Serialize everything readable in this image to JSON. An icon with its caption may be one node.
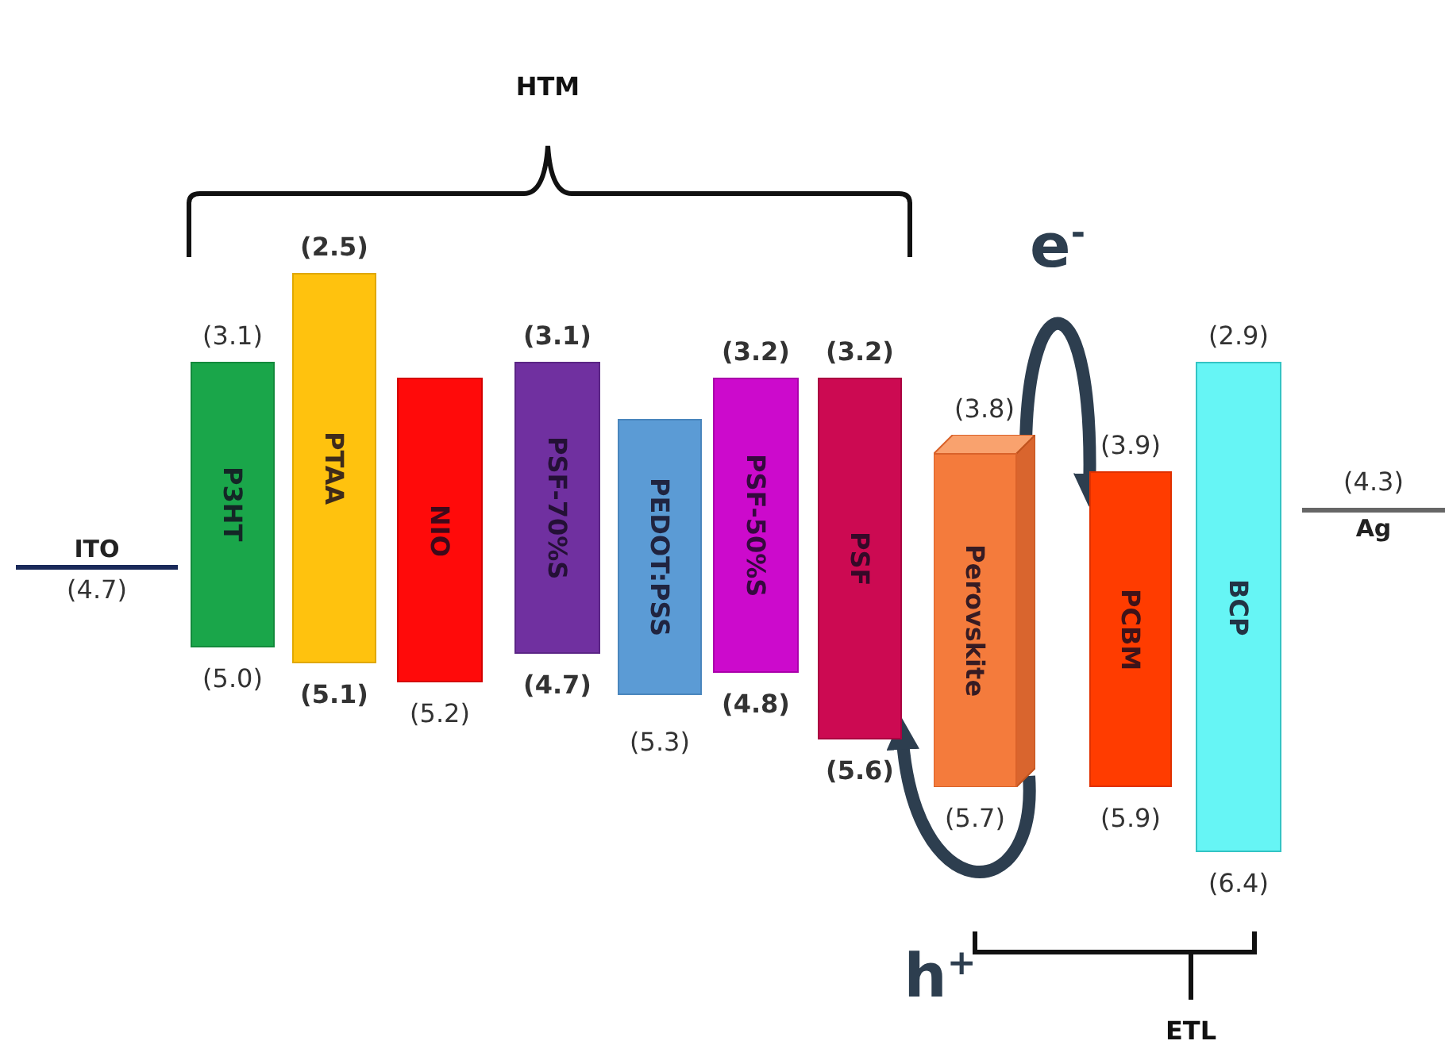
{
  "diagram": {
    "nodes": [
      {
        "text": [
          "ITO"
        ],
        "beside": [
          "(4.7)"
        ]
      },
      {
        "text": [
          "P3HT"
        ],
        "beside": [
          "(3.1)",
          "(5.0)"
        ]
      },
      {
        "text": [
          "PTAA"
        ],
        "beside": [
          "(2.5)",
          "(5.1)"
        ]
      },
      {
        "text": [
          "NIO"
        ],
        "beside": [
          "(5.2)"
        ]
      },
      {
        "text": [
          "PSF-70%S"
        ],
        "beside": [
          "(3.1)",
          "(4.7)"
        ]
      },
      {
        "text": [
          "PEDOT:PSS"
        ],
        "beside": [
          "(5.3)"
        ]
      },
      {
        "text": [
          "PSF-50%S"
        ],
        "beside": [
          "(3.2)",
          "(4.8)"
        ]
      },
      {
        "text": [
          "PSF"
        ],
        "beside": [
          "(3.2)",
          "(5.6)"
        ]
      },
      {
        "text": [
          "Perovskite"
        ],
        "beside": [
          "(3.8)",
          "(5.7)"
        ]
      },
      {
        "text": [
          "PCBM"
        ],
        "beside": [
          "(3.9)",
          "(5.9)"
        ]
      },
      {
        "text": [
          "BCP"
        ],
        "beside": [
          "(2.9)",
          "(6.4)"
        ]
      },
      {
        "text": [
          "Ag"
        ],
        "beside": [
          "(4.3)"
        ]
      }
    ],
    "edges": [
      {
        "from": 8,
        "to": 9,
        "arrow": "to",
        "label": "e$^{-}$"
      },
      {
        "from": 8,
        "to": 7,
        "arrow": "to",
        "label": "h$^{+}$"
      }
    ],
    "labels": [
      "HTM",
      "ETL"
    ]
  }
}
